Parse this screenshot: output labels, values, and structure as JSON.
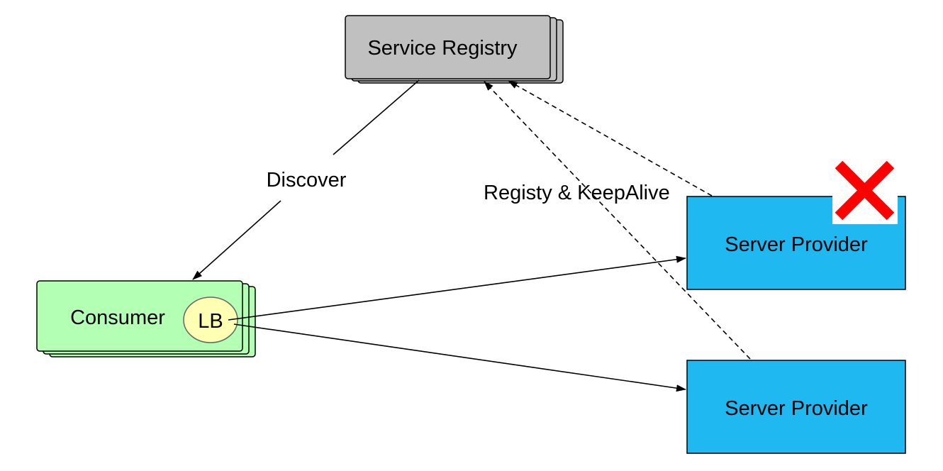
{
  "nodes": {
    "registry": {
      "label": "Service Registry"
    },
    "consumer": {
      "label": "Consumer",
      "lb_label": "LB"
    },
    "provider_top": {
      "label": "Server Provider",
      "status_icon": "red-x-icon"
    },
    "provider_bottom": {
      "label": "Server Provider"
    }
  },
  "edges": {
    "discover": {
      "label": "Discover"
    },
    "register": {
      "label": "Registy & KeepAlive"
    }
  },
  "colors": {
    "registry_fill": "#c0c0c0",
    "consumer_fill": "#b3ffb3",
    "lb_fill": "#ffffb3",
    "provider_fill": "#1fb8f0",
    "failure_mark": "#ff0000"
  }
}
